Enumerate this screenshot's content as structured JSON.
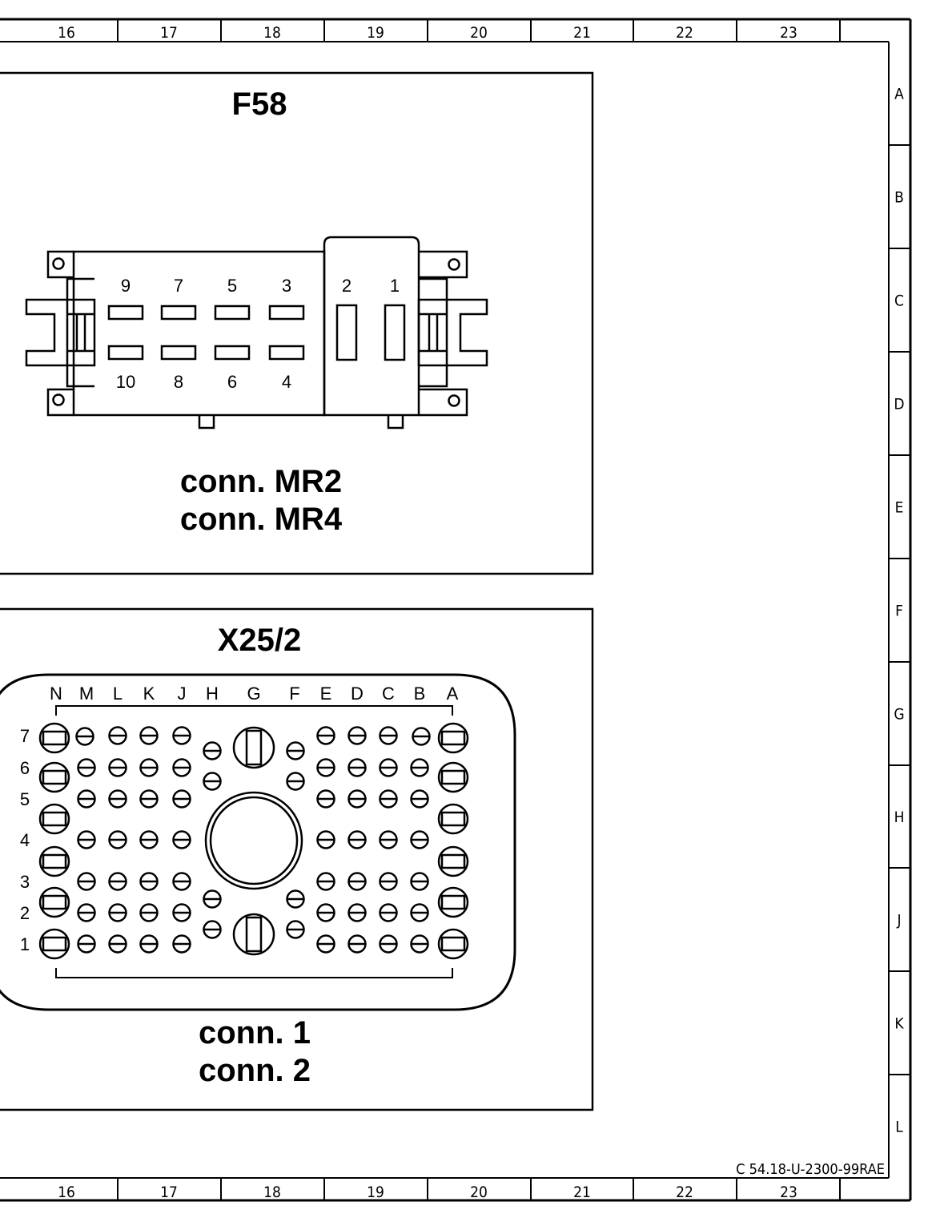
{
  "frame": {
    "columns": [
      "16",
      "17",
      "18",
      "19",
      "20",
      "21",
      "22",
      "23"
    ],
    "rows": [
      "A",
      "B",
      "C",
      "D",
      "E",
      "F",
      "G",
      "H",
      "J",
      "K",
      "L"
    ],
    "drawing_code": "C 54.18-U-2300-99RAE"
  },
  "f58": {
    "title": "F58",
    "top_pins": [
      "9",
      "7",
      "5",
      "3"
    ],
    "bottom_pins": [
      "10",
      "8",
      "6",
      "4"
    ],
    "fuse_pins": [
      "2",
      "1"
    ],
    "labels": [
      "conn. MR2",
      "conn. MR4"
    ]
  },
  "x25": {
    "title": "X25/2",
    "columns": [
      "N",
      "M",
      "L",
      "K",
      "J",
      "H",
      "G",
      "F",
      "E",
      "D",
      "C",
      "B",
      "A"
    ],
    "rows": [
      "7",
      "6",
      "5",
      "4",
      "3",
      "2",
      "1"
    ],
    "labels": [
      "conn. 1",
      "conn. 2"
    ]
  }
}
